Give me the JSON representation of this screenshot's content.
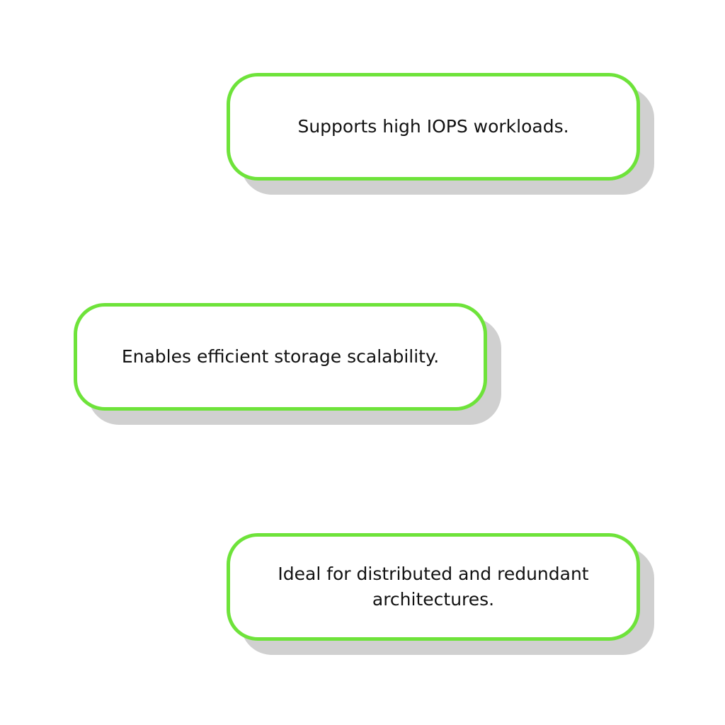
{
  "colors": {
    "card_border": "#6ee33a",
    "card_shadow": "#d0d0d0",
    "card_background": "#ffffff",
    "text": "#111111",
    "page_background": "#ffffff"
  },
  "cards": [
    {
      "text": "Supports high IOPS workloads."
    },
    {
      "text": "Enables efficient storage scalability."
    },
    {
      "text": "Ideal for distributed and redundant architectures."
    }
  ]
}
